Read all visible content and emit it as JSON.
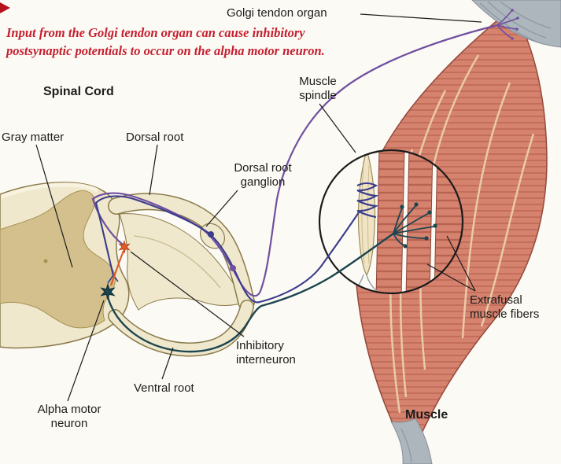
{
  "annotation": {
    "line1": "Input from the Golgi tendon organ can cause inhibitory",
    "line2": "postsynaptic potentials to occur on the alpha motor neuron."
  },
  "labels": {
    "golgi_tendon_organ": "Golgi tendon organ",
    "spinal_cord": "Spinal Cord",
    "gray_matter": "Gray matter",
    "dorsal_root": "Dorsal root",
    "dorsal_root_ganglion": "Dorsal root ganglion",
    "muscle_spindle": "Muscle spindle",
    "extrafusal_muscle_fibers": "Extrafusal muscle fibers",
    "inhibitory_interneuron": "Inhibitory interneuron",
    "ventral_root": "Ventral root",
    "alpha_motor_neuron": "Alpha motor neuron",
    "muscle": "Muscle"
  },
  "colors": {
    "annotation_red": "#c41f30",
    "gto_afferent_purple": "#7050a0",
    "spindle_afferent_blue": "#3a3c8c",
    "alpha_motor_teal": "#1d4550",
    "interneuron_orange": "#e05c28",
    "muscle_fill": "#d5826e",
    "muscle_striation": "#a84f3f",
    "cord_cream": "#efe8cd",
    "gray_matter_tan": "#d3c08c",
    "tendon_gray": "#adb5bd",
    "leader_line": "#1a1a1a"
  }
}
